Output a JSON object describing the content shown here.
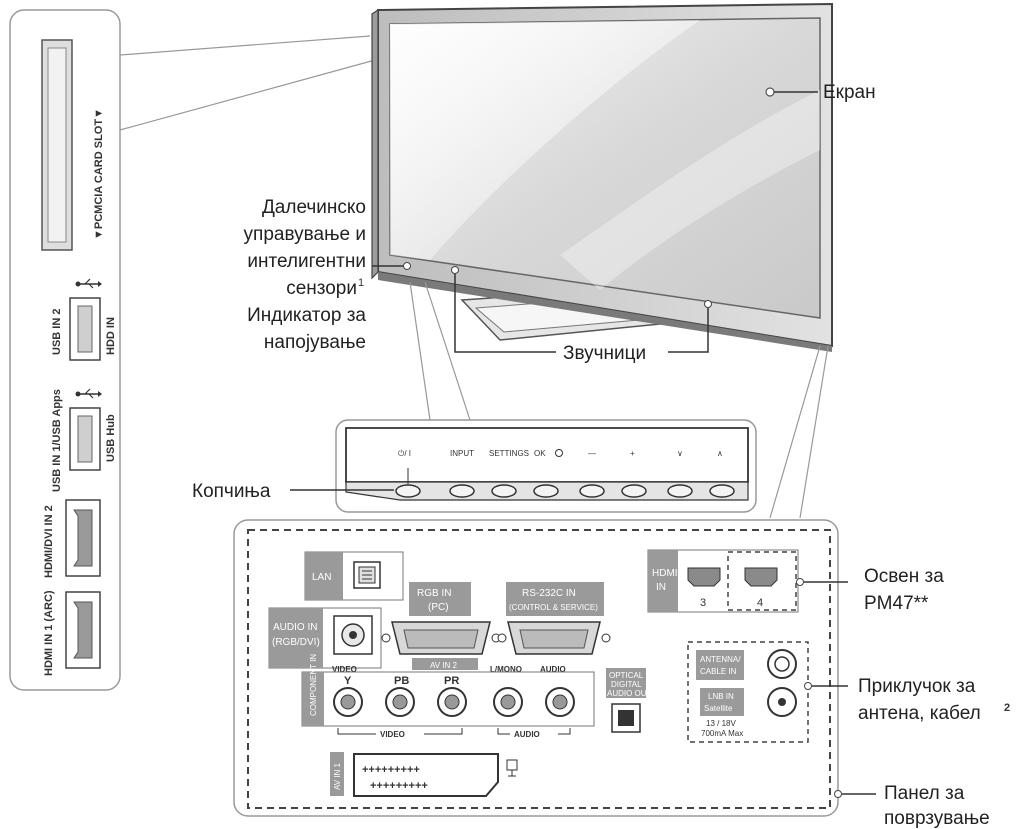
{
  "labels": {
    "screen": "Екран",
    "remote_line1": "Далечинско",
    "remote_line2": "управување и",
    "remote_line3": "интелигентни",
    "remote_line4": "сензори",
    "remote_sup": "1",
    "indicator_line1": "Индикатор за",
    "indicator_line2": "напојување",
    "speakers": "Звучници",
    "buttons": "Копчиња",
    "except_line1": "Освен за",
    "except_line2": "PM47**",
    "antenna_line1": "Приклучок за",
    "antenna_line2": "антена, кабел",
    "antenna_sup": "2",
    "panel_line1": "Панел за",
    "panel_line2": "поврзување"
  },
  "side_panel": {
    "pcmcia": "▼PCMCIA CARD SLOT▼",
    "usb2": "USB IN 2",
    "hdd": "HDD IN",
    "usb1": "USB IN 1/USB Apps",
    "usbhub": "USB Hub",
    "hdmi2": "HDMI/DVI IN 2",
    "hdmi1": "HDMI IN 1 (ARC)"
  },
  "control_bar": {
    "power": "⏻/ I",
    "input": "INPUT",
    "settings": "SETTINGS",
    "ok": "OK",
    "minus": "—",
    "plus": "+",
    "down": "∨",
    "up": "∧"
  },
  "rear_panel": {
    "lan": "LAN",
    "hdmi_in": "HDMI IN",
    "hdmi3": "3",
    "hdmi4": "4",
    "audio_in": "AUDIO IN (RGB/DVI)",
    "rgb_in": "RGB IN (PC)",
    "rs232": "RS-232C IN",
    "rs232_sub": "(CONTROL & SERVICE)",
    "av_in2": "AV IN 2",
    "video": "VIDEO",
    "lmono": "L/MONO",
    "audio": "AUDIO",
    "y": "Y",
    "pb": "PB",
    "pr": "PR",
    "component": "COMPONENT IN",
    "video_bottom": "VIDEO",
    "audio_bottom": "AUDIO",
    "optical": "OPTICAL DIGITAL AUDIO OUT",
    "antenna_cable": "ANTENNA/ CABLE IN",
    "lnb": "LNB IN Satellite",
    "lnb_spec": "13 / 18V 700mA Max",
    "av_in1": "AV IN 1"
  }
}
